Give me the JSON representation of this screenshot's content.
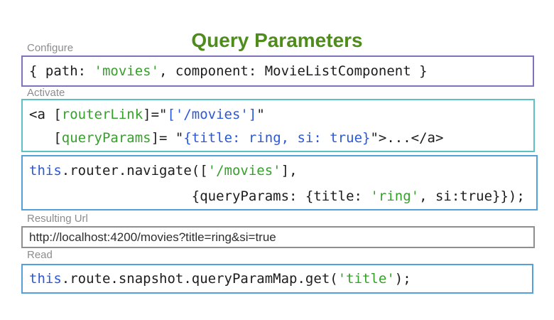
{
  "page": {
    "title": "Query Parameters"
  },
  "colors": {
    "title-green": "#4e8c1b",
    "code-green": "#35a02a",
    "code-blue": "#2b58d8",
    "code-text": "#1c1c1c",
    "label-gray": "#8d8d8d",
    "url-text": "#2e2e2e",
    "border-configure": "#7d72bb",
    "border-activate": "#5fc0c3",
    "border-navigate": "#55a0d8",
    "border-url": "#8f8f8f",
    "border-read": "#55a0d8"
  },
  "sections": {
    "configure": {
      "label": "Configure",
      "tokens": [
        {
          "t": "{ path: ",
          "c": "k"
        },
        {
          "t": "'movies'",
          "c": "g"
        },
        {
          "t": ", component: MovieListComponent }",
          "c": "k"
        }
      ]
    },
    "activate": {
      "label": "Activate",
      "link_lines": [
        [
          {
            "t": "<a [",
            "c": "k"
          },
          {
            "t": "routerLink",
            "c": "g"
          },
          {
            "t": "]=\"",
            "c": "k"
          },
          {
            "t": "['/movies']",
            "c": "b"
          },
          {
            "t": "\"",
            "c": "k"
          }
        ],
        [
          {
            "t": "   [",
            "c": "k"
          },
          {
            "t": "queryParams",
            "c": "g"
          },
          {
            "t": "]= \"",
            "c": "k"
          },
          {
            "t": "{title: ring, si: true}",
            "c": "b"
          },
          {
            "t": "\">...</a>",
            "c": "k"
          }
        ]
      ],
      "navigate_lines": [
        [
          {
            "t": "this",
            "c": "b"
          },
          {
            "t": ".router.navigate([",
            "c": "k"
          },
          {
            "t": "'/movies'",
            "c": "g"
          },
          {
            "t": "],",
            "c": "k"
          }
        ],
        [
          {
            "t": "                    {queryParams: {title: ",
            "c": "k"
          },
          {
            "t": "'ring'",
            "c": "g"
          },
          {
            "t": ", si:true}});",
            "c": "k"
          }
        ]
      ]
    },
    "resulting_url": {
      "label": "Resulting Url",
      "url": "http://localhost:4200/movies?title=ring&si=true"
    },
    "read": {
      "label": "Read",
      "tokens": [
        {
          "t": "this",
          "c": "b"
        },
        {
          "t": ".route.snapshot.queryParamMap.get(",
          "c": "k"
        },
        {
          "t": "'title'",
          "c": "g"
        },
        {
          "t": ");",
          "c": "k"
        }
      ]
    }
  }
}
